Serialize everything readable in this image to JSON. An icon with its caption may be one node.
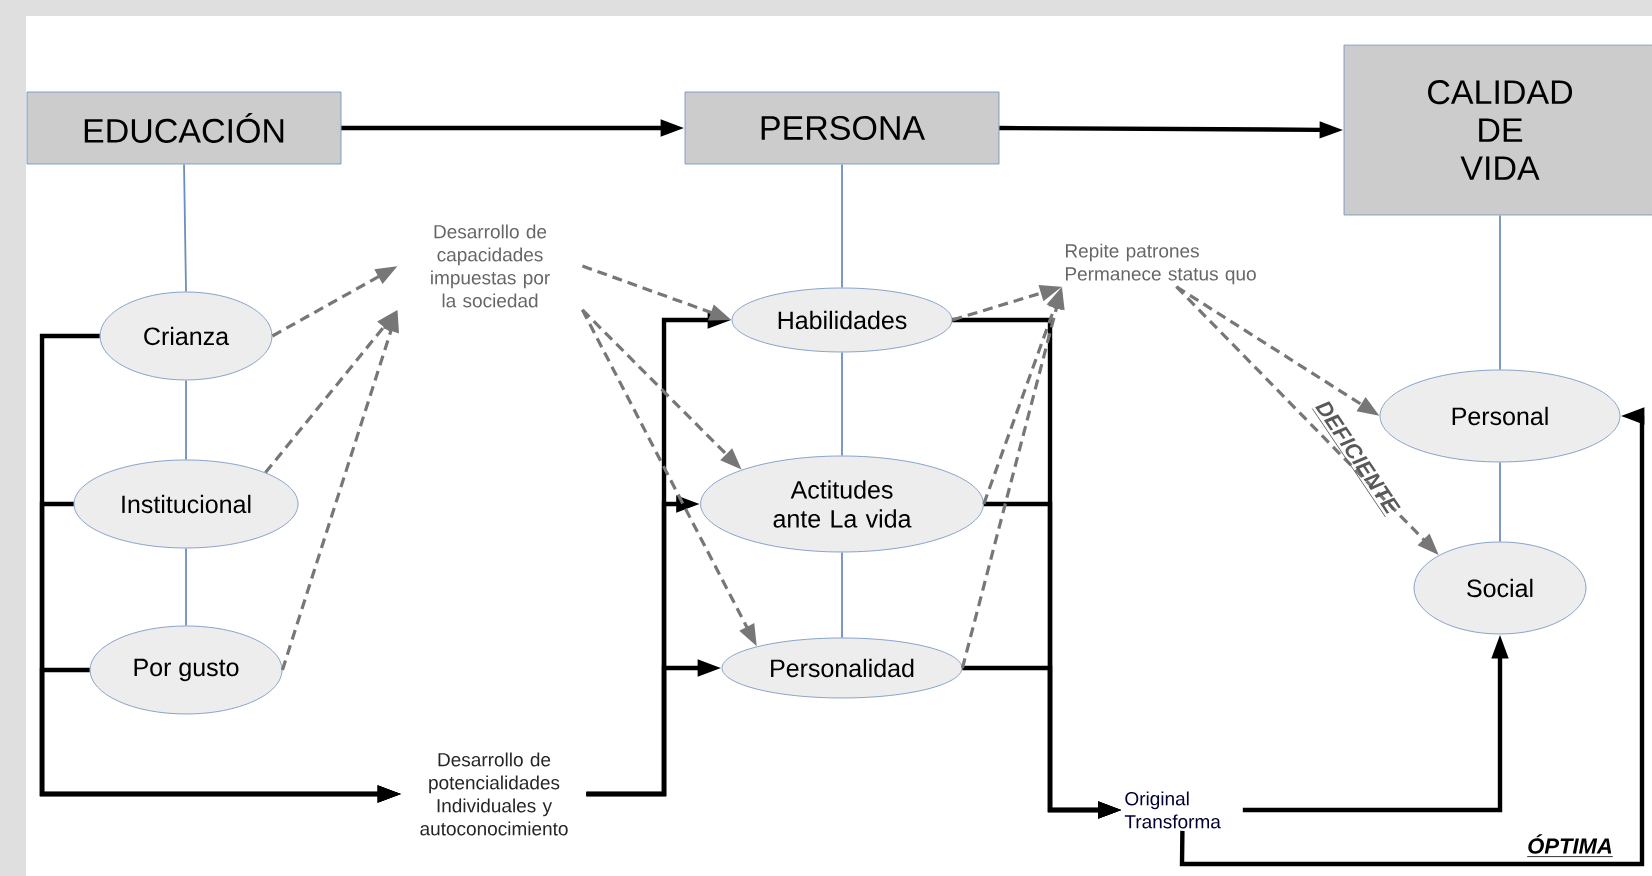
{
  "diagram": {
    "nodes": [
      {
        "text": [
          "EDUCACIÓN"
        ]
      },
      {
        "text": [
          "PERSONA"
        ]
      },
      {
        "text": [
          "CALIDAD DE VIDA"
        ]
      },
      {
        "text": [
          "Crianza"
        ]
      },
      {
        "text": [
          "Institucional"
        ]
      },
      {
        "text": [
          "Por gusto"
        ]
      },
      {
        "text": [
          "Desarrollo de capacidades impuestas por la sociedad"
        ]
      },
      {
        "text": [
          "Habilidades"
        ]
      },
      {
        "text": [
          "Actitudes ante La vida"
        ]
      },
      {
        "text": [
          "Personalidad"
        ]
      },
      {
        "text": [
          "Repite patrones Permanece status quo"
        ]
      },
      {
        "text": [
          "Personal"
        ]
      },
      {
        "text": [
          "Social"
        ]
      },
      {
        "text": [
          "Desarrollo de potencialidades Individuales y autoconocimiento"
        ]
      },
      {
        "text": [
          "Original Transforma"
        ]
      }
    ],
    "edges": [
      {
        "from": 0,
        "to": 1,
        "arrow": "to",
        "color": "#000000"
      },
      {
        "from": 1,
        "to": 2,
        "arrow": "to",
        "color": "#000000"
      },
      {
        "from": 0,
        "to": 3,
        "arrow": "none",
        "color": "#6c8ebf"
      },
      {
        "from": 3,
        "to": 4,
        "arrow": "none",
        "color": "#6c8ebf"
      },
      {
        "from": 4,
        "to": 5,
        "arrow": "none",
        "color": "#6c8ebf"
      },
      {
        "from": 1,
        "to": 7,
        "arrow": "none",
        "color": "#6c8ebf"
      },
      {
        "from": 7,
        "to": 8,
        "arrow": "none",
        "color": "#6c8ebf"
      },
      {
        "from": 8,
        "to": 9,
        "arrow": "none",
        "color": "#6c8ebf"
      },
      {
        "from": 2,
        "to": 11,
        "arrow": "none",
        "color": "#6c8ebf"
      },
      {
        "from": 11,
        "to": 12,
        "arrow": "none",
        "color": "#6c8ebf"
      },
      {
        "from": 3,
        "to": 13,
        "arrow": "to",
        "color": "#000000"
      },
      {
        "from": 4,
        "to": 13,
        "arrow": "to",
        "color": "#000000"
      },
      {
        "from": 5,
        "to": 13,
        "arrow": "to",
        "color": "#000000"
      },
      {
        "from": 13,
        "to": 7,
        "arrow": "to",
        "color": "#000000"
      },
      {
        "from": 13,
        "to": 8,
        "arrow": "to",
        "color": "#000000"
      },
      {
        "from": 13,
        "to": 9,
        "arrow": "to",
        "color": "#000000"
      },
      {
        "from": 7,
        "to": 14,
        "arrow": "to",
        "color": "#000000"
      },
      {
        "from": 8,
        "to": 14,
        "arrow": "to",
        "color": "#000000"
      },
      {
        "from": 9,
        "to": 14,
        "arrow": "to",
        "color": "#000000"
      },
      {
        "from": 14,
        "to": 12,
        "arrow": "to",
        "color": "#000000"
      },
      {
        "from": 14,
        "to": 11,
        "arrow": "to",
        "label": "ÓPTIMA",
        "color": "#000000"
      },
      {
        "from": 3,
        "to": 6,
        "arrow": "to",
        "style": "dashed",
        "color": "#777777"
      },
      {
        "from": 4,
        "to": 6,
        "arrow": "to",
        "style": "dashed",
        "color": "#777777"
      },
      {
        "from": 5,
        "to": 6,
        "arrow": "to",
        "style": "dashed",
        "color": "#777777"
      },
      {
        "from": 6,
        "to": 7,
        "arrow": "to",
        "style": "dashed",
        "color": "#777777"
      },
      {
        "from": 6,
        "to": 8,
        "arrow": "to",
        "style": "dashed",
        "color": "#777777"
      },
      {
        "from": 6,
        "to": 9,
        "arrow": "to",
        "style": "dashed",
        "color": "#777777"
      },
      {
        "from": 7,
        "to": 10,
        "arrow": "to",
        "style": "dashed",
        "color": "#777777"
      },
      {
        "from": 8,
        "to": 10,
        "arrow": "to",
        "style": "dashed",
        "color": "#777777"
      },
      {
        "from": 9,
        "to": 10,
        "arrow": "to",
        "style": "dashed",
        "color": "#777777"
      },
      {
        "from": 10,
        "to": 11,
        "arrow": "to",
        "style": "dashed",
        "color": "#777777"
      },
      {
        "from": 10,
        "to": 12,
        "arrow": "to",
        "style": "dashed",
        "color": "#777777"
      }
    ],
    "labels": [
      "DEFICIENTE"
    ]
  }
}
